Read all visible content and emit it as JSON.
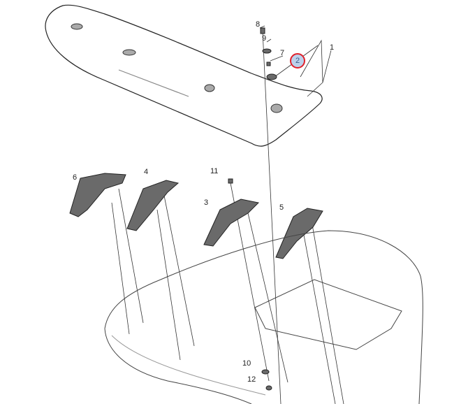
{
  "diagram": {
    "highlighted_part": "2",
    "highlight_color": "#e0202a",
    "callouts": [
      "1",
      "2",
      "3",
      "4",
      "5",
      "6",
      "7",
      "8",
      "9",
      "10",
      "11",
      "12"
    ]
  }
}
